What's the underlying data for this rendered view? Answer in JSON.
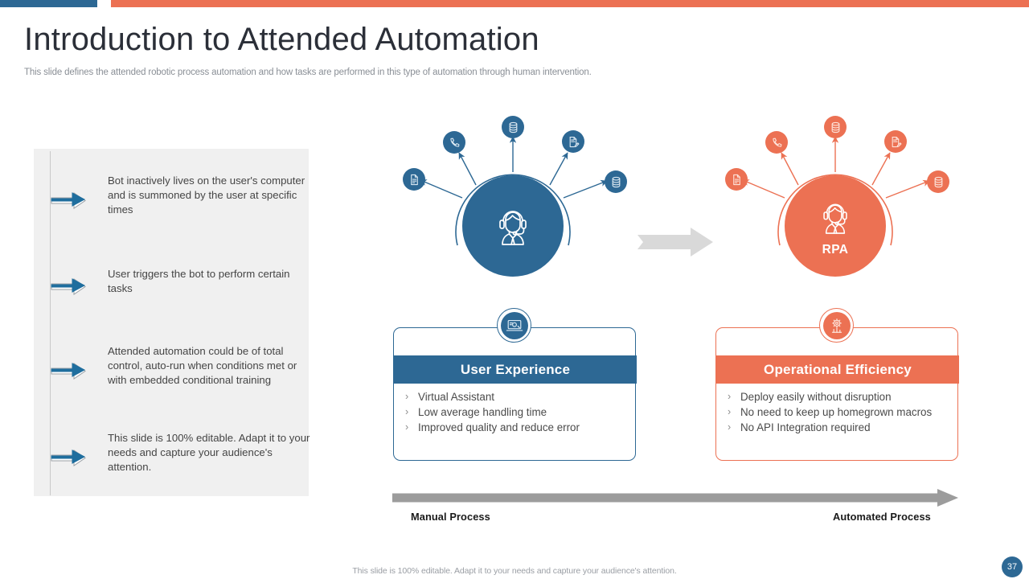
{
  "theme": {
    "blue": "#2d6894",
    "blue_dark": "#27608c",
    "orange": "#ec7153",
    "panel_bg": "#f0f0f0",
    "grey_arrow": "#d9d9d9",
    "axis_grey": "#9c9c9c",
    "title_color": "#2b2f38"
  },
  "header": {
    "title": "Introduction to Attended Automation",
    "subtitle": "This slide defines the attended robotic process automation and how tasks are performed in this type of automation through human intervention."
  },
  "sidebar": {
    "items": [
      {
        "text": "Bot inactively lives on the user's computer and is summoned by the user at specific times",
        "icon": "arrow-right-icon"
      },
      {
        "text": "User triggers the bot to perform certain tasks",
        "icon": "arrow-right-icon"
      },
      {
        "text": "Attended automation could be of total control, auto-run when conditions met or with embedded conditional training",
        "icon": "arrow-right-icon"
      },
      {
        "text": "This slide is 100% editable. Adapt it to your needs and capture your audience's attention.",
        "icon": "arrow-right-icon"
      }
    ]
  },
  "diagram": {
    "left_hub": {
      "label": "",
      "center_icon": "headset-agent-icon",
      "color": "#2d6894",
      "satellites": [
        {
          "icon": "document-icon"
        },
        {
          "icon": "phone-icon"
        },
        {
          "icon": "database-icon"
        },
        {
          "icon": "document-edit-icon"
        },
        {
          "icon": "database-icon"
        }
      ]
    },
    "transition_icon": "right-arrow-icon",
    "right_hub": {
      "label": "RPA",
      "center_icon": "headset-agent-icon",
      "color": "#ec7153",
      "satellites": [
        {
          "icon": "document-icon"
        },
        {
          "icon": "phone-icon"
        },
        {
          "icon": "database-icon"
        },
        {
          "icon": "document-edit-icon"
        },
        {
          "icon": "database-icon"
        }
      ]
    }
  },
  "cards": [
    {
      "title": "User Experience",
      "color": "#2d6894",
      "badge_icon": "laptop-presentation-icon",
      "bullet": "›",
      "items": [
        "Virtual Assistant",
        "Low average handling time",
        "Improved quality and reduce error"
      ]
    },
    {
      "title": "Operational Efficiency",
      "color": "#ec7153",
      "badge_icon": "gear-analytics-icon",
      "bullet": "›",
      "items": [
        "Deploy easily without disruption",
        "No need to keep up homegrown macros",
        "No API Integration required"
      ]
    }
  ],
  "axis": {
    "start_label": "Manual Process",
    "end_label": "Automated Process",
    "icon": "long-right-arrow-icon"
  },
  "footer": {
    "note": "This slide is 100% editable. Adapt it to your needs and capture your audience's attention.",
    "page_number": "37"
  }
}
